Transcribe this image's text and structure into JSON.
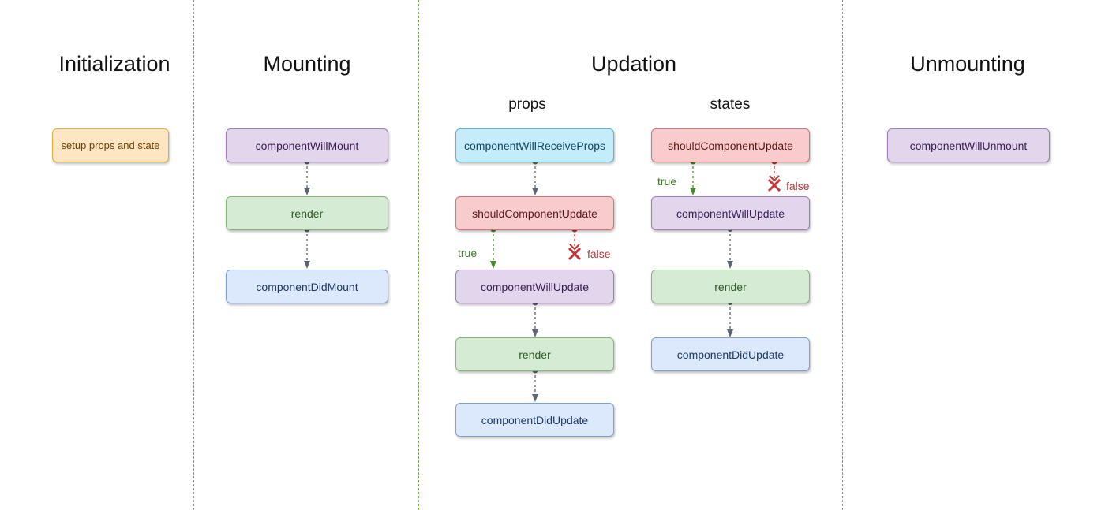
{
  "phases": {
    "initialization": "Initialization",
    "mounting": "Mounting",
    "updation": "Updation",
    "unmounting": "Unmounting"
  },
  "updation_branches": {
    "props": "props",
    "states": "states"
  },
  "initialization": {
    "setup": "setup props and state"
  },
  "mounting": {
    "will_mount": "componentWillMount",
    "render": "render",
    "did_mount": "componentDidMount"
  },
  "props_flow": {
    "will_receive_props": "componentWillReceiveProps",
    "should_update": "shouldComponentUpdate",
    "true_label": "true",
    "false_label": "false",
    "will_update": "componentWillUpdate",
    "render": "render",
    "did_update": "componentDidUpdate"
  },
  "states_flow": {
    "should_update": "shouldComponentUpdate",
    "true_label": "true",
    "false_label": "false",
    "will_update": "componentWillUpdate",
    "render": "render",
    "did_update": "componentDidUpdate"
  },
  "unmounting": {
    "will_unmount": "componentWillUnmount"
  },
  "colors": {
    "divider": "#6aa84f",
    "arrow": "#5a6577",
    "true_arrow": "#4a8a2e",
    "false_arrow": "#c33535"
  }
}
